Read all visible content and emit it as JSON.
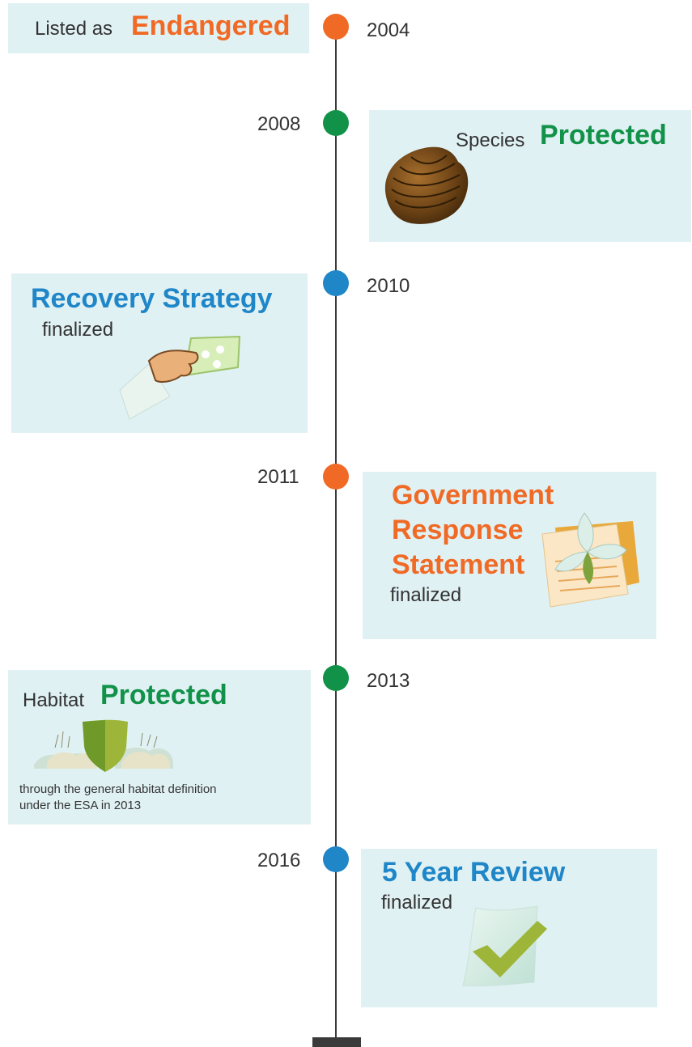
{
  "colors": {
    "orange": "#f06a25",
    "green": "#119248",
    "blue": "#1f86c8",
    "box_bg": "#e0f1f4",
    "axis": "#3a3a3a"
  },
  "events": [
    {
      "year": "2004",
      "prefix": "Listed as",
      "highlight": "Endangered",
      "color": "orange"
    },
    {
      "year": "2008",
      "prefix": "Species",
      "highlight": "Protected",
      "color": "green",
      "icon": "mussel-shell-icon"
    },
    {
      "year": "2010",
      "highlight": "Recovery Strategy",
      "suffix": "finalized",
      "color": "blue",
      "icon": "hand-holding-document-icon"
    },
    {
      "year": "2011",
      "highlight_lines": [
        "Government",
        "Response",
        "Statement"
      ],
      "suffix": "finalized",
      "color": "orange",
      "icon": "document-with-plant-icon"
    },
    {
      "year": "2013",
      "prefix": "Habitat",
      "highlight": "Protected",
      "note_lines": [
        "through the general habitat definition",
        "under the ESA in 2013"
      ],
      "color": "green",
      "icon": "habitat-shield-icon"
    },
    {
      "year": "2016",
      "highlight": "5 Year Review",
      "suffix": "finalized",
      "color": "blue",
      "icon": "checkmark-document-icon"
    }
  ]
}
